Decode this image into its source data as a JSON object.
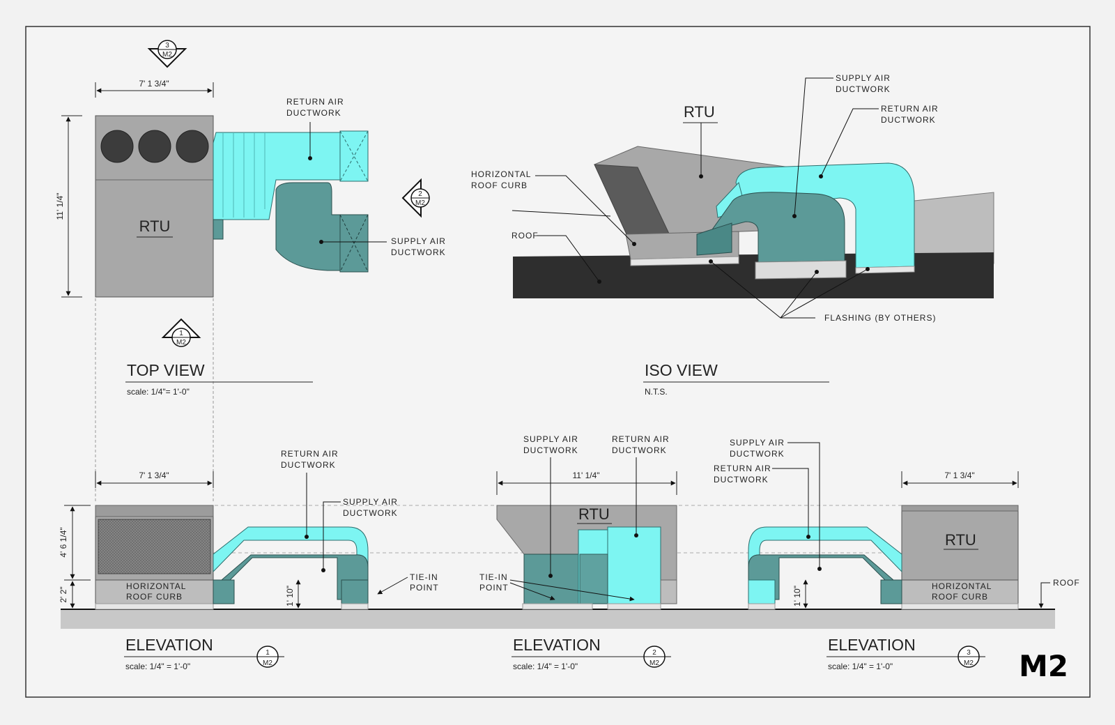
{
  "sheet_number": "M2",
  "top_view": {
    "title": "TOP VIEW",
    "scale": "scale: 1/4\"= 1'-0\"",
    "dim_width": "7' 1 3/4\"",
    "dim_length": "11' 1/4\"",
    "rtu_label": "RTU",
    "return_air_label": [
      "RETURN AIR",
      "DUCTWORK"
    ],
    "supply_air_label": [
      "SUPPLY AIR",
      "DUCTWORK"
    ],
    "marker_top": {
      "number": "3",
      "sheet": "M2"
    },
    "marker_right": {
      "number": "2",
      "sheet": "M2"
    },
    "marker_bottom": {
      "number": "1",
      "sheet": "M2"
    }
  },
  "iso_view": {
    "title": "ISO VIEW",
    "scale": "N.T.S.",
    "rtu_label": "RTU",
    "supply_air_label": [
      "SUPPLY AIR",
      "DUCTWORK"
    ],
    "return_air_label": [
      "RETURN AIR",
      "DUCTWORK"
    ],
    "curb_label": [
      "HORIZONTAL",
      "ROOF CURB"
    ],
    "roof_label": "ROOF",
    "flashing_label": "FLASHING (BY OTHERS)"
  },
  "elevation_1": {
    "title": "ELEVATION",
    "scale": "scale: 1/4\" = 1'-0\"",
    "marker": {
      "number": "1",
      "sheet": "M2"
    },
    "dim_width": "7' 1 3/4\"",
    "dim_unit_height": "4' 6 1/4\"",
    "dim_curb_height": "2' 2\"",
    "dim_duct_clear": "1' 10\"",
    "curb_label": [
      "HORIZONTAL",
      "ROOF CURB"
    ],
    "return_air_label": [
      "RETURN AIR",
      "DUCTWORK"
    ],
    "supply_air_label": [
      "SUPPLY AIR",
      "DUCTWORK"
    ],
    "tie_in_label": [
      "TIE-IN",
      "POINT"
    ]
  },
  "elevation_2": {
    "title": "ELEVATION",
    "scale": "scale: 1/4\" = 1'-0\"",
    "marker": {
      "number": "2",
      "sheet": "M2"
    },
    "dim_width": "11' 1/4\"",
    "rtu_label": "RTU",
    "supply_air_label": [
      "SUPPLY AIR",
      "DUCTWORK"
    ],
    "return_air_label": [
      "RETURN AIR",
      "DUCTWORK"
    ],
    "tie_in_label": [
      "TIE-IN",
      "POINT"
    ]
  },
  "elevation_3": {
    "title": "ELEVATION",
    "scale": "scale: 1/4\" = 1'-0\"",
    "marker": {
      "number": "3",
      "sheet": "M2"
    },
    "dim_width": "7' 1 3/4\"",
    "dim_duct_clear": "1' 10\"",
    "rtu_label": "RTU",
    "curb_label": [
      "HORIZONTAL",
      "ROOF CURB"
    ],
    "supply_air_label": [
      "SUPPLY AIR",
      "DUCTWORK"
    ],
    "return_air_label": [
      "RETURN AIR",
      "DUCTWORK"
    ],
    "roof_label": "ROOF"
  },
  "colors": {
    "supply_duct": "#5c9a98",
    "return_duct": "#7df5f2",
    "rtu_gray": "#a8a8a8",
    "roof_dark": "#2e2e2e",
    "ground": "#c8c8c8"
  }
}
